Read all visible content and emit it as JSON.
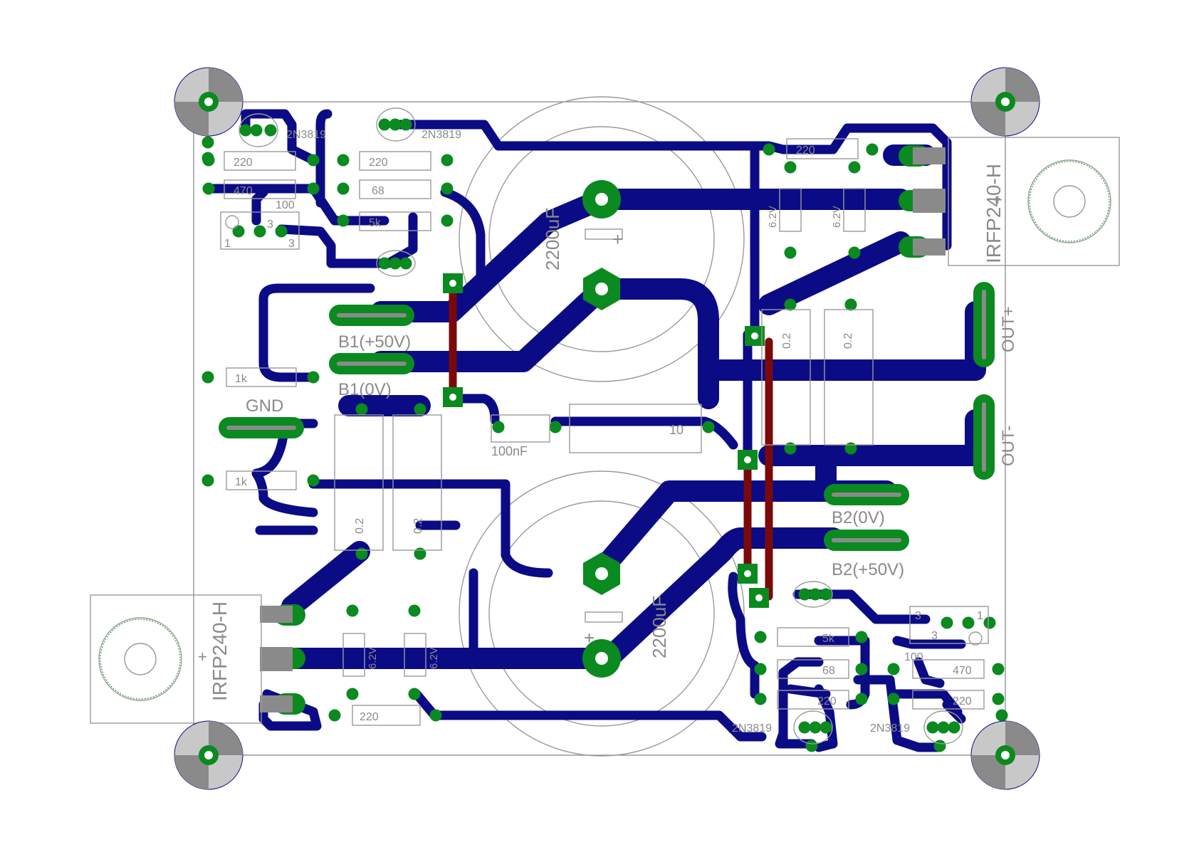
{
  "colors": {
    "trace": "#0b0b86",
    "pad": "#0a8a1f",
    "jumper": "#7a0a0a",
    "silk": "#8a8a8a",
    "hole": "#ffffff"
  },
  "labels": {
    "cap_top": "2200uF",
    "cap_bottom": "2200uF",
    "irfp_right": "IRFP240-H",
    "irfp_left": "IRFP240-H",
    "b1_plus": "B1(+50V)",
    "b1_zero": "B1(0V)",
    "gnd": "GND",
    "out_plus": "OUT+",
    "out_minus": "OUT-",
    "b2_zero": "B2(0V)",
    "b2_plus": "B2(+50V)",
    "cap_100nf": "100nF",
    "res_10": "10",
    "plus": "+"
  },
  "components": {
    "tl_jfet_a": "2N3819",
    "tl_jfet_b": "2N3819",
    "tl_r220_a": "220",
    "tl_r470": "470",
    "tl_r100": "100",
    "tl_pot_1": "1",
    "tl_pot_3": "3",
    "tl_pot_mid": "3",
    "tc_r220": "220",
    "tc_r68": "68",
    "tc_r5k": "5k",
    "tr_r220": "220",
    "tr_z1": "6.2V",
    "tr_z2": "6.2V",
    "r_02_a": "0.2",
    "r_02_b": "0.2",
    "l_02_a": "0.2",
    "l_02_b": "0.2",
    "r_1k_a": "1k",
    "r_1k_b": "1k",
    "bl_z1": "6.2V",
    "bl_z2": "6.2V",
    "bl_r220": "220",
    "br_r5k": "5k",
    "br_r68": "68",
    "br_r220_a": "220",
    "br_r220_b": "220",
    "br_r470": "470",
    "br_r100": "100",
    "br_jfet_a": "2N3819",
    "br_jfet_b": "2N3819",
    "br_pot_3a": "3",
    "br_pot_1": "1",
    "br_pot_mid": "3"
  }
}
